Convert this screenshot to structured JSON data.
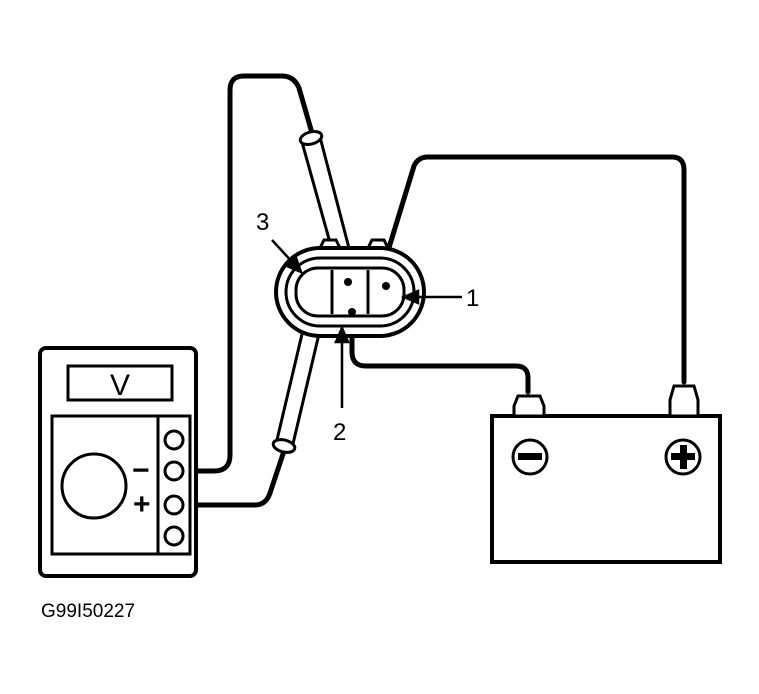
{
  "meter": {
    "display": "V",
    "minus_sign": "−",
    "plus_sign": "+"
  },
  "callouts": {
    "c1": "1",
    "c2": "2",
    "c3": "3"
  },
  "figure_id": "G99I50227"
}
